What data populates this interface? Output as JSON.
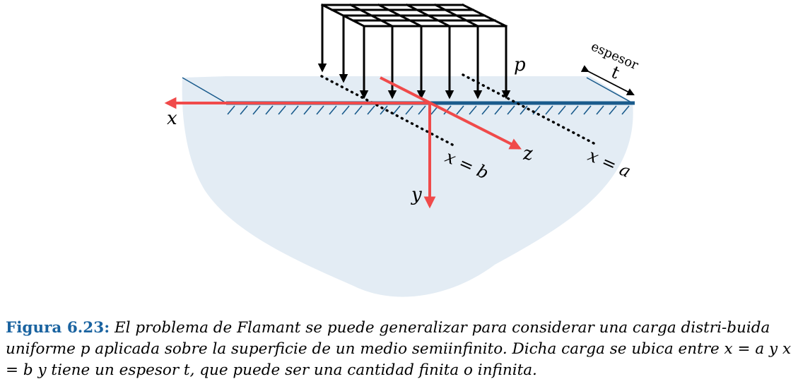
{
  "figure": {
    "labels": {
      "x_axis": "x",
      "y_axis": "y",
      "z_axis": "z",
      "load": "p",
      "thickness_caption": "espesor",
      "thickness_symbol": "t",
      "line_b": "x = b",
      "line_a": "x = a"
    },
    "colors": {
      "medium_fill": "#e3ecf4",
      "surface": "#1a5b8c",
      "axes": "#f04a4a",
      "load_arrows": "#000000"
    }
  },
  "caption": {
    "label": "Figura 6.23:",
    "text": "El problema de Flamant se puede generalizar para considerar una carga distri-buida uniforme p aplicada sobre la superficie de un medio semiinfinito. Dicha carga se ubica entre x = a y x = b y tiene un espesor t, que puede ser una cantidad finita o infinita."
  }
}
